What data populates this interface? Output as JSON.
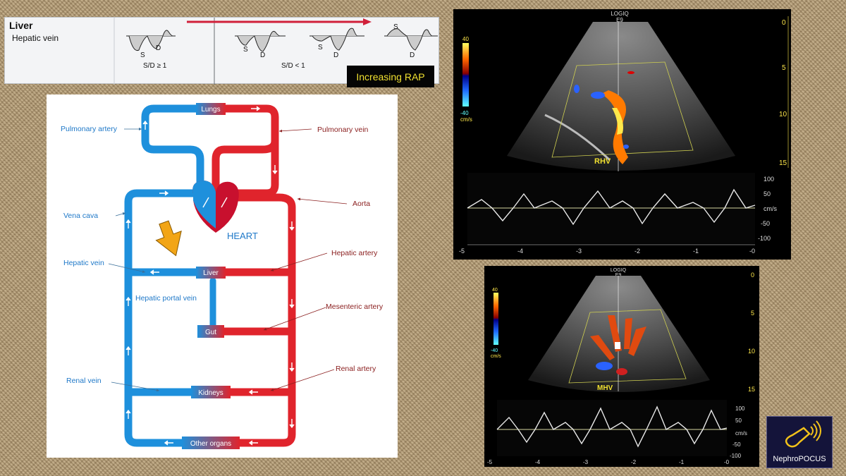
{
  "doppler_panel": {
    "title": "Liver",
    "subtitle": "Hepatic vein",
    "waveforms": [
      {
        "s": "S",
        "d": "D"
      },
      {
        "s": "S",
        "d": "D"
      },
      {
        "s": "S",
        "d": "D"
      },
      {
        "s": "S",
        "d": "D"
      }
    ],
    "ratio_ge": "S/D ≥ 1",
    "ratio_lt": "S/D < 1",
    "rap_label": "Increasing RAP"
  },
  "circulation": {
    "organs": {
      "lungs": "Lungs",
      "liver": "Liver",
      "gut": "Gut",
      "kidneys": "Kidneys",
      "other": "Other organs"
    },
    "heart": "HEART",
    "labels_blue": {
      "pulmonary_artery": "Pulmonary artery",
      "vena_cava": "Vena cava",
      "hepatic_vein": "Hepatic vein",
      "hepatic_portal_vein": "Hepatic portal vein",
      "renal_vein": "Renal vein"
    },
    "labels_red": {
      "pulmonary_vein": "Pulmonary vein",
      "aorta": "Aorta",
      "hepatic_artery": "Hepatic artery",
      "mesenteric_artery": "Mesenteric artery",
      "renal_artery": "Renal artery"
    },
    "colors": {
      "vein": "#1e90dc",
      "artery": "#e0242c",
      "arrow": "#f2a516"
    }
  },
  "us_top": {
    "brand": "LOGIQ",
    "model": "E9",
    "scale_max": "40",
    "scale_min": "-40",
    "scale_unit": "cm/s",
    "vessel": "RHV",
    "depth_ticks": [
      "0",
      "5",
      "10",
      "15"
    ],
    "vel_ticks": [
      "100",
      "50",
      "cm/s",
      "-50",
      "-100"
    ],
    "time_ticks": [
      "-5",
      "-4",
      "-3",
      "-2",
      "-1",
      "-0"
    ]
  },
  "us_bottom": {
    "brand": "LOGIQ",
    "model": "E9",
    "scale_max": "40",
    "scale_min": "-40",
    "scale_unit": "cm/s",
    "vessel": "MHV",
    "depth_ticks": [
      "0",
      "5",
      "10",
      "15"
    ],
    "vel_ticks": [
      "100",
      "50",
      "cm/s",
      "-50",
      "-100"
    ],
    "time_ticks": [
      "-5",
      "-4",
      "-3",
      "-2",
      "-1",
      "-0"
    ]
  },
  "logo": {
    "text": "NephroPOCUS"
  }
}
